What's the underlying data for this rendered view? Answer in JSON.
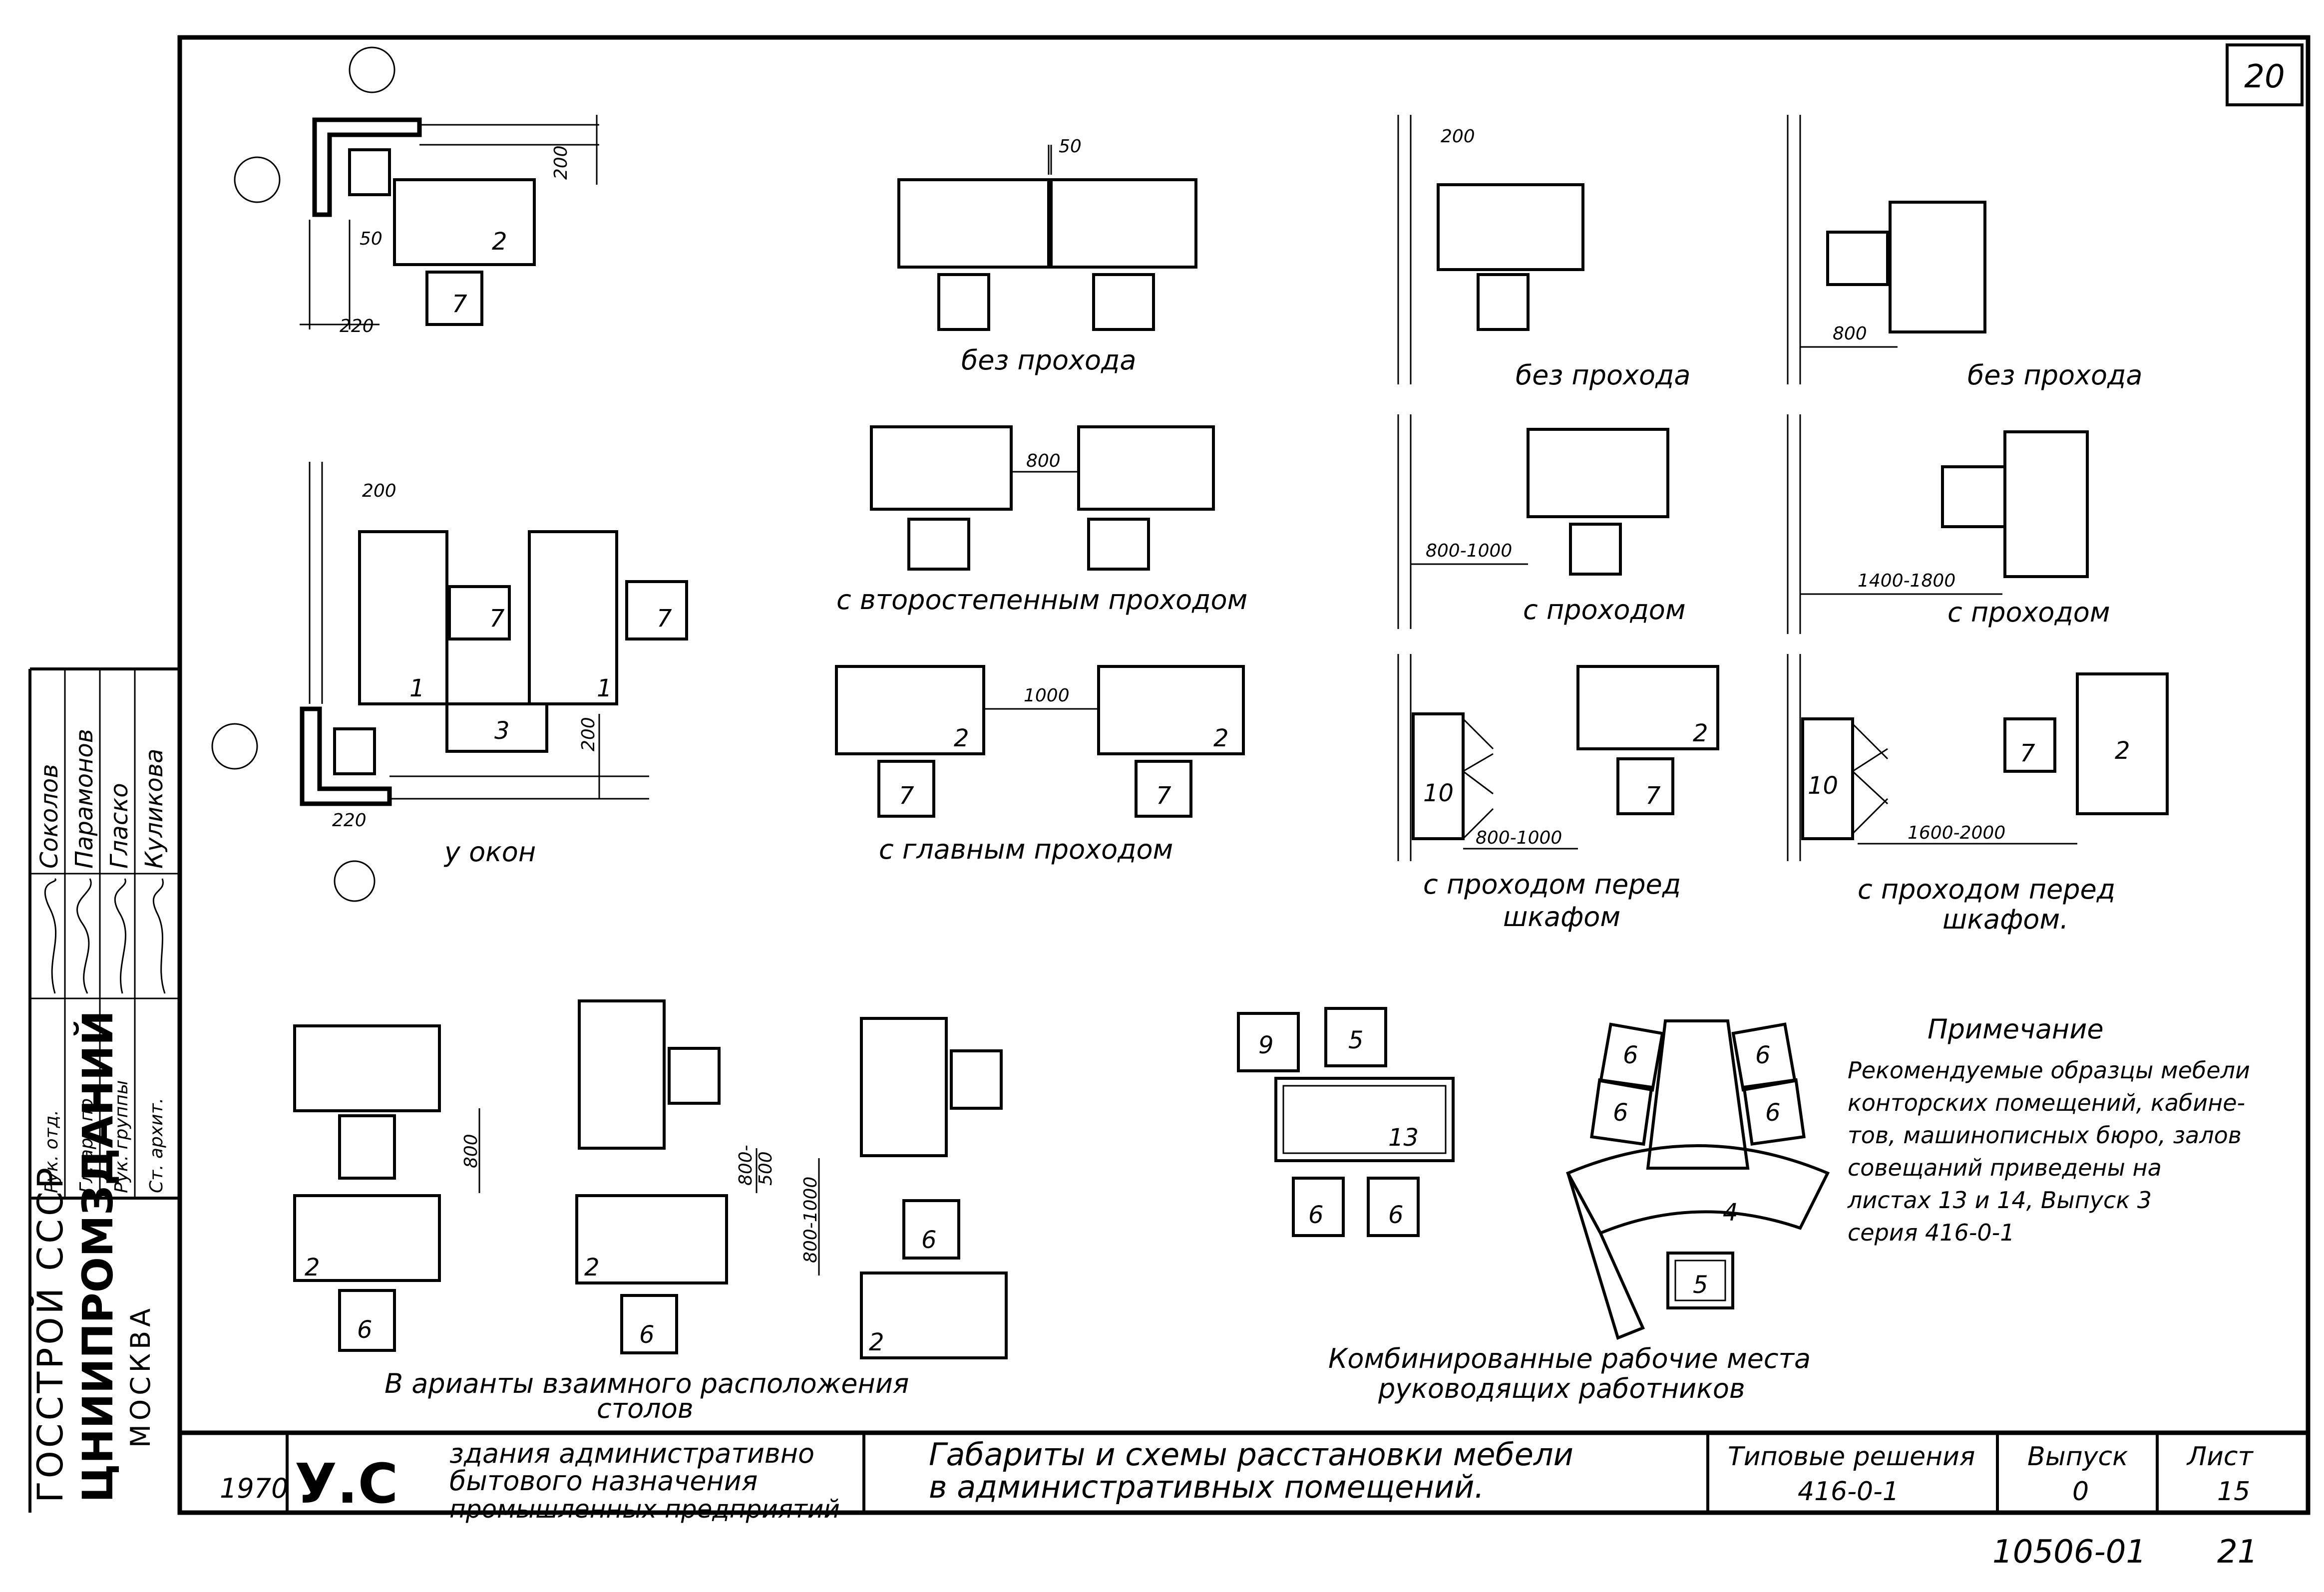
{
  "sheet": {
    "number_top": "20",
    "doc_number": "10506-01",
    "page_number": "21"
  },
  "stamp": {
    "org_line1": "ГОССТРОЙ СССР",
    "org_line2": "ЦНИИПРОМЗДАНИЙ",
    "org_line3": "МОСКВА",
    "roles": [
      "Рук. отд.",
      "Гл. арх пр",
      "Рук. группы",
      "Ст. архит."
    ],
    "names": [
      "Соколов",
      "Парамонов",
      "Гласко",
      "Куликова"
    ]
  },
  "title_block": {
    "year": "1970",
    "series_mark": "У.С",
    "building_type": [
      "здания административно",
      "бытового назначения",
      "промышленных предприятий"
    ],
    "drawing_title": [
      "Габариты и схемы расстановки мебели",
      "в административных помещений."
    ],
    "solution_label": "Типовые решения",
    "solution_value": "416-0-1",
    "issue_label": "Выпуск",
    "issue_value": "0",
    "sheet_label": "Лист",
    "sheet_value": "15"
  },
  "captions": {
    "at_windows": "у окон",
    "no_passage": "без прохода",
    "secondary_passage": "с второстепенным проходом",
    "main_passage": "с главным проходом",
    "with_passage": "с проходом",
    "passage_before_cabinet": [
      "с проходом перед",
      "шкафом"
    ],
    "passage_before_cabinet_2": [
      "с проходом перед",
      "шкафом."
    ],
    "table_variants": [
      "В арианты взаимного расположения",
      "столов"
    ],
    "combined": [
      "Комбинированные рабочие места",
      "руководящих работников"
    ]
  },
  "dimensions": {
    "d50": "50",
    "d200": "200",
    "d220": "220",
    "d800": "800",
    "d1000": "1000",
    "d800_1000": "800-1000",
    "d1400_1800": "1400-1800",
    "d1600_2000": "1600-2000",
    "d800_500": [
      "800-",
      "500"
    ]
  },
  "furniture_numbers": {
    "n1": "1",
    "n2": "2",
    "n3": "3",
    "n4": "4",
    "n5": "5",
    "n6": "6",
    "n7": "7",
    "n9": "9",
    "n10": "10",
    "n13": "13"
  },
  "note": {
    "title": "Примечание",
    "lines": [
      "Рекомендуемые образцы мебели",
      "конторских помещений, кабине-",
      "тов, машинописных бюро, залов",
      "совещаний приведены на",
      "листах 13 и 14, Выпуск 3",
      "серия 416-0-1"
    ]
  }
}
